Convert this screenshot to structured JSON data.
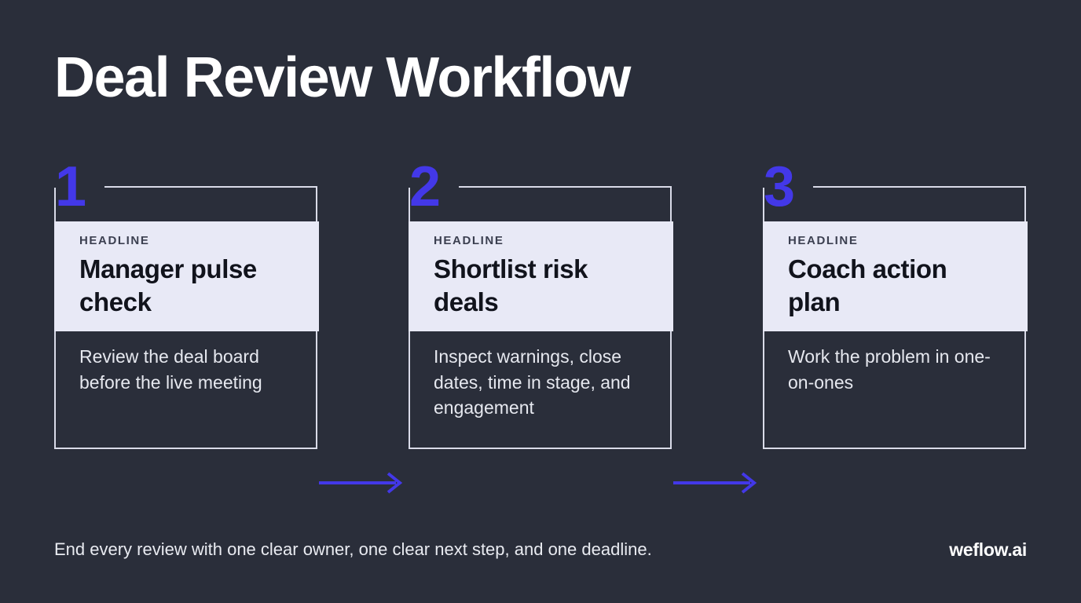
{
  "slide": {
    "title": "Deal Review Workflow",
    "background_color": "#2a2e3a",
    "accent_color": "#4338e8",
    "panel_color": "#e8e9f6",
    "frame_color": "#d9dbe8"
  },
  "steps": [
    {
      "number": "1",
      "eyebrow": "HEADLINE",
      "heading": "Manager pulse check",
      "body": "Review the deal board before the live meeting"
    },
    {
      "number": "2",
      "eyebrow": "HEADLINE",
      "heading": "Shortlist risk deals",
      "body": "Inspect warnings, close dates, time in stage, and engagement"
    },
    {
      "number": "3",
      "eyebrow": "HEADLINE",
      "heading": "Coach action plan",
      "body": "Work the problem in one-on-ones"
    }
  ],
  "connectors": [
    {
      "icon": "arrow-right-icon",
      "color": "#4338e8"
    },
    {
      "icon": "arrow-right-icon",
      "color": "#4338e8"
    }
  ],
  "footer": {
    "caption": "End every review with one clear owner, one clear next step, and one deadline.",
    "brand": "weflow.ai"
  }
}
